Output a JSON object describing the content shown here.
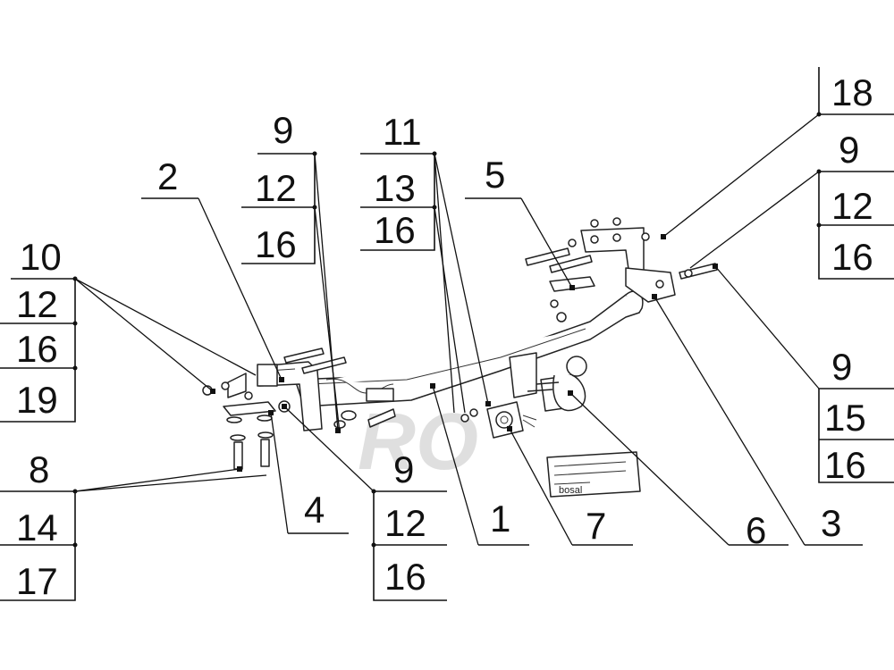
{
  "callouts": {
    "c18": "18",
    "c9_tr": "9",
    "c12_tr": "12",
    "c16_tr": "16",
    "c9_r": "9",
    "c15_r": "15",
    "c16_r": "16",
    "c3": "3",
    "c6": "6",
    "c7": "7",
    "c1": "1",
    "c9_bc": "9",
    "c12_bc": "12",
    "c16_bc": "16",
    "c4": "4",
    "c8": "8",
    "c14": "14",
    "c17": "17",
    "c10": "10",
    "c12_l": "12",
    "c16_l": "16",
    "c19": "19",
    "c2": "2",
    "c9_t": "9",
    "c12_t": "12",
    "c16_t": "16",
    "c11": "11",
    "c13": "13",
    "c16_t2": "16",
    "c5": "5"
  },
  "label_plate": {
    "brand": "bosal"
  },
  "watermark": {
    "text": "RO"
  }
}
